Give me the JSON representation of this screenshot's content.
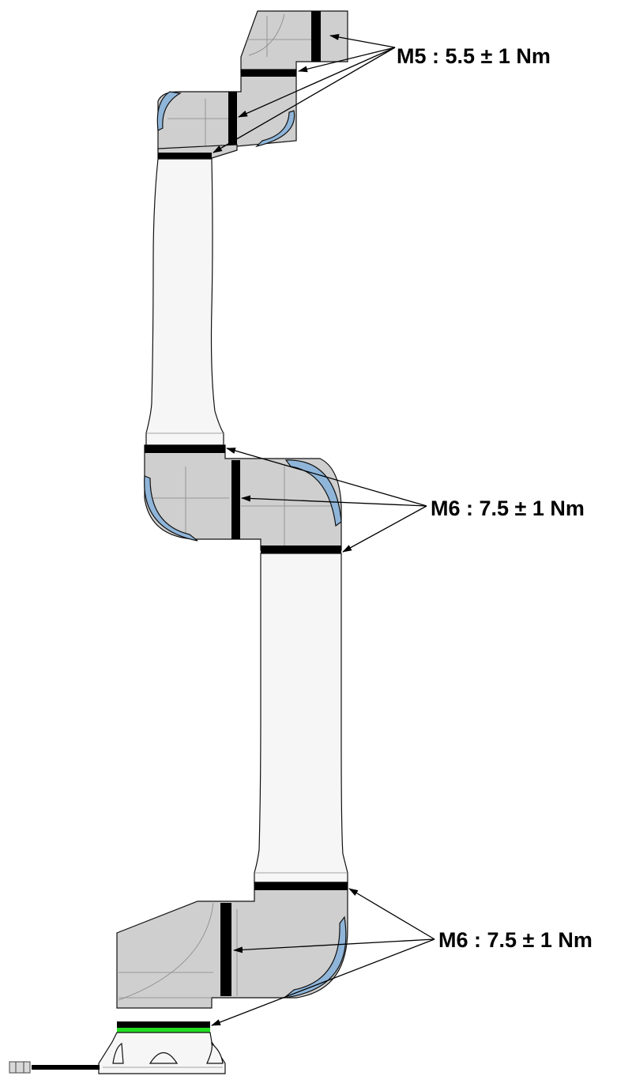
{
  "colors": {
    "joint_gray": "#cfcfcf",
    "link_white": "#f6f6f6",
    "cap_blue": "#8fb5d9",
    "bolt_ring_black": "#000000",
    "base_ring_green": "#22dd22",
    "outline": "#111111"
  },
  "labels": {
    "wrist_torque": "M5 : 5.5 ± 1 Nm",
    "elbow_torque": "M6 : 7.5 ± 1 Nm",
    "base_torque": "M6 : 7.5 ± 1 Nm"
  }
}
